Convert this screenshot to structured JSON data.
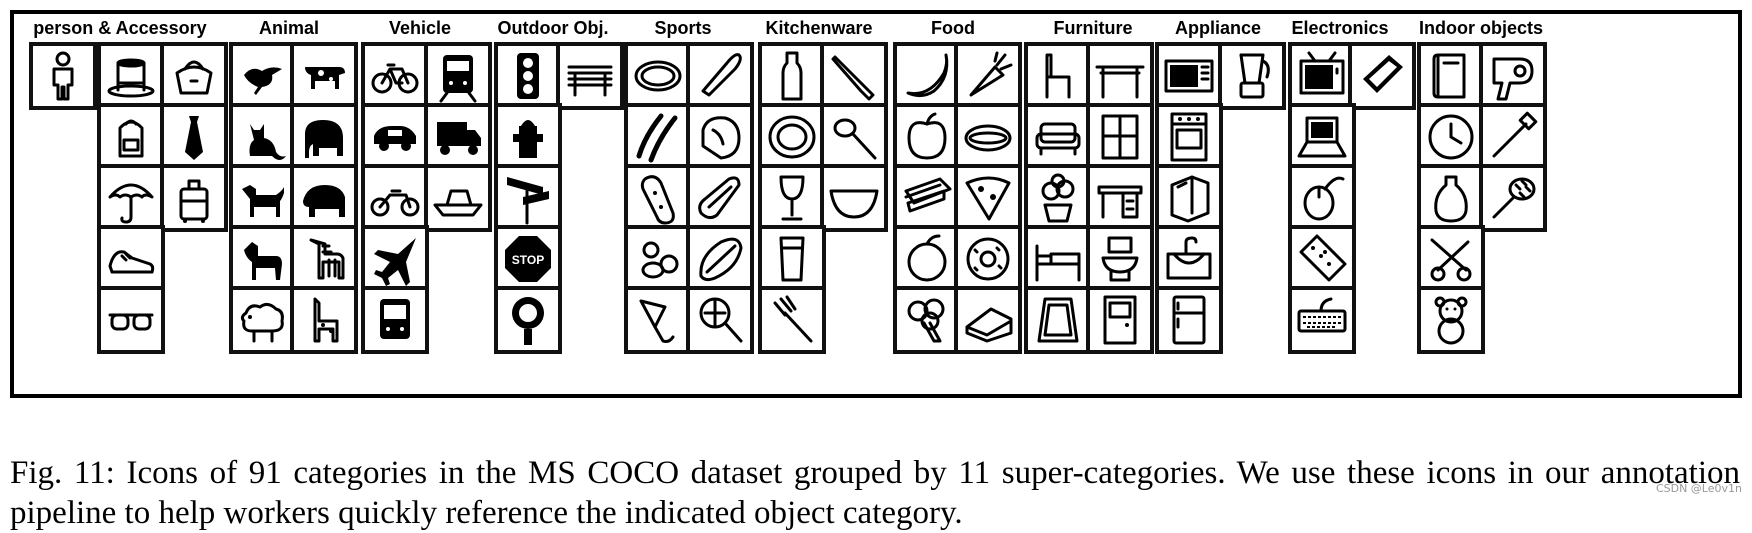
{
  "groups": [
    {
      "title": "person & Accessory",
      "icons": [
        {
          "name": "person",
          "shape": "person"
        },
        {
          "name": "hat",
          "shape": "hat"
        },
        {
          "name": "handbag",
          "shape": "bag"
        },
        {
          "name": "backpack",
          "shape": "backpack"
        },
        {
          "name": "tie",
          "shape": "tie"
        },
        {
          "name": "umbrella",
          "shape": "umbrella"
        },
        {
          "name": "suitcase",
          "shape": "suitcase"
        },
        {
          "name": "shoe",
          "shape": "shoe"
        },
        {
          "name": "eye-glasses",
          "shape": "glasses"
        }
      ]
    },
    {
      "title": "Animal",
      "icons": [
        {
          "name": "bird",
          "shape": "bird"
        },
        {
          "name": "cow",
          "shape": "cow"
        },
        {
          "name": "cat",
          "shape": "cat"
        },
        {
          "name": "elephant",
          "shape": "elephant"
        },
        {
          "name": "dog",
          "shape": "dog"
        },
        {
          "name": "bear",
          "shape": "bear"
        },
        {
          "name": "horse",
          "shape": "horse"
        },
        {
          "name": "zebra",
          "shape": "zebra"
        },
        {
          "name": "sheep",
          "shape": "sheep"
        },
        {
          "name": "giraffe",
          "shape": "giraffe"
        }
      ]
    },
    {
      "title": "Vehicle",
      "icons": [
        {
          "name": "bicycle",
          "shape": "bicycle"
        },
        {
          "name": "train",
          "shape": "train"
        },
        {
          "name": "car",
          "shape": "car"
        },
        {
          "name": "truck",
          "shape": "truck"
        },
        {
          "name": "motorcycle",
          "shape": "motorcycle"
        },
        {
          "name": "boat",
          "shape": "boat"
        },
        {
          "name": "airplane",
          "shape": "airplane"
        },
        {
          "name": "bus",
          "shape": "bus"
        }
      ]
    },
    {
      "title": "Outdoor Obj.",
      "icons": [
        {
          "name": "traffic-light",
          "shape": "trafficlight"
        },
        {
          "name": "bench",
          "shape": "bench"
        },
        {
          "name": "fire-hydrant",
          "shape": "hydrant"
        },
        {
          "name": "street-sign",
          "shape": "streetsign"
        },
        {
          "name": "stop-sign",
          "shape": "stop",
          "label": "STOP"
        },
        {
          "name": "parking-meter",
          "shape": "meter"
        }
      ]
    },
    {
      "title": "Sports",
      "icons": [
        {
          "name": "frisbee",
          "shape": "frisbee"
        },
        {
          "name": "baseball-bat",
          "shape": "bat"
        },
        {
          "name": "skis",
          "shape": "skis"
        },
        {
          "name": "baseball-glove",
          "shape": "glove"
        },
        {
          "name": "snowboard",
          "shape": "snowboard"
        },
        {
          "name": "skateboard",
          "shape": "skateboard"
        },
        {
          "name": "sports-ball",
          "shape": "balls"
        },
        {
          "name": "surfboard",
          "shape": "surfboard"
        },
        {
          "name": "kite",
          "shape": "kite"
        },
        {
          "name": "tennis-racket",
          "shape": "racket"
        }
      ]
    },
    {
      "title": "Kitchenware",
      "icons": [
        {
          "name": "bottle",
          "shape": "bottle"
        },
        {
          "name": "knife",
          "shape": "knife"
        },
        {
          "name": "plate",
          "shape": "plate"
        },
        {
          "name": "spoon",
          "shape": "spoon"
        },
        {
          "name": "wine-glass",
          "shape": "wineglass"
        },
        {
          "name": "bowl",
          "shape": "bowl"
        },
        {
          "name": "cup",
          "shape": "cup"
        },
        {
          "name": "fork",
          "shape": "fork"
        }
      ]
    },
    {
      "title": "Food",
      "icons": [
        {
          "name": "banana",
          "shape": "banana"
        },
        {
          "name": "carrot",
          "shape": "carrot"
        },
        {
          "name": "apple",
          "shape": "apple"
        },
        {
          "name": "hot-dog",
          "shape": "hotdog"
        },
        {
          "name": "sandwich",
          "shape": "sandwich"
        },
        {
          "name": "pizza",
          "shape": "pizza"
        },
        {
          "name": "orange",
          "shape": "orange"
        },
        {
          "name": "donut",
          "shape": "donut"
        },
        {
          "name": "broccoli",
          "shape": "broccoli"
        },
        {
          "name": "cake",
          "shape": "cake"
        }
      ]
    },
    {
      "title": "Furniture",
      "icons": [
        {
          "name": "chair",
          "shape": "chair"
        },
        {
          "name": "dining-table",
          "shape": "table"
        },
        {
          "name": "couch",
          "shape": "couch"
        },
        {
          "name": "window",
          "shape": "window"
        },
        {
          "name": "potted-plant",
          "shape": "plant"
        },
        {
          "name": "desk",
          "shape": "desk"
        },
        {
          "name": "bed",
          "shape": "bed"
        },
        {
          "name": "toilet",
          "shape": "toilet"
        },
        {
          "name": "mirror",
          "shape": "mirror"
        },
        {
          "name": "door",
          "shape": "door"
        }
      ]
    },
    {
      "title": "Appliance",
      "icons": [
        {
          "name": "microwave",
          "shape": "microwave"
        },
        {
          "name": "blender",
          "shape": "blender"
        },
        {
          "name": "oven",
          "shape": "oven"
        },
        {
          "name": "toaster",
          "shape": "toaster"
        },
        {
          "name": "sink",
          "shape": "sink"
        },
        {
          "name": "refrigerator",
          "shape": "fridge"
        }
      ]
    },
    {
      "title": "Electronics",
      "icons": [
        {
          "name": "tv",
          "shape": "tv"
        },
        {
          "name": "cell-phone",
          "shape": "phone"
        },
        {
          "name": "laptop",
          "shape": "laptop"
        },
        {
          "name": "mouse",
          "shape": "mouse"
        },
        {
          "name": "remote",
          "shape": "remote"
        },
        {
          "name": "keyboard",
          "shape": "keyboard"
        }
      ]
    },
    {
      "title": "Indoor objects",
      "icons": [
        {
          "name": "book",
          "shape": "book"
        },
        {
          "name": "hair-drier",
          "shape": "hairdryer"
        },
        {
          "name": "clock",
          "shape": "clock"
        },
        {
          "name": "toothbrush",
          "shape": "toothbrush"
        },
        {
          "name": "vase",
          "shape": "vase"
        },
        {
          "name": "hair-brush",
          "shape": "hairbrush"
        },
        {
          "name": "scissors",
          "shape": "scissors"
        },
        {
          "name": "teddy-bear",
          "shape": "teddy"
        }
      ]
    }
  ],
  "caption": "Fig. 11: Icons of 91 categories in the MS COCO dataset grouped by 11 super-categories. We use these icons in our annotation pipeline to help workers quickly reference the indicated object category.",
  "watermark": "CSDN @Le0v1n"
}
